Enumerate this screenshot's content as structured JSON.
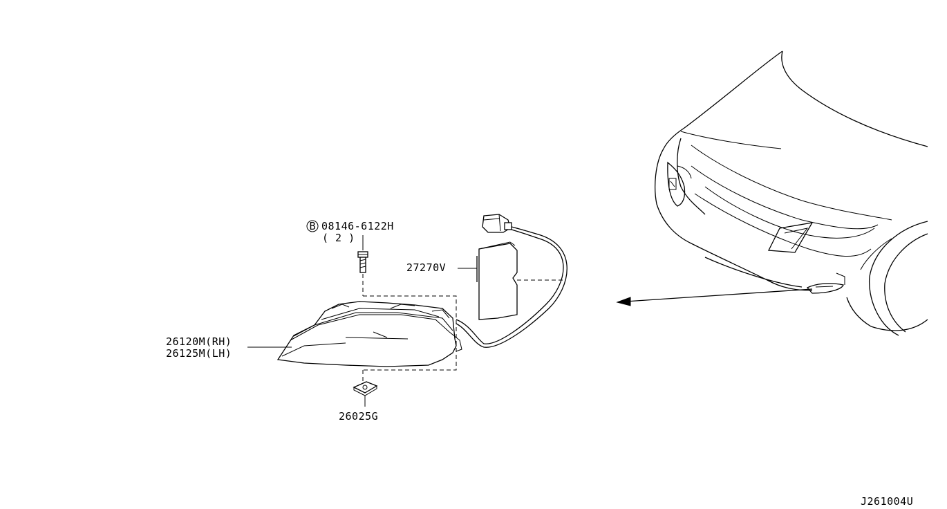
{
  "labels": {
    "bolt_part": "08146-6122H",
    "bolt_qty": "( 2 )",
    "bolt_marker": "B",
    "bracket_part": "27270V",
    "lamp_rh": "26120M(RH)",
    "lamp_lh": "26125M(LH)",
    "clip_part": "26025G",
    "diagram_code": "J261004U"
  }
}
